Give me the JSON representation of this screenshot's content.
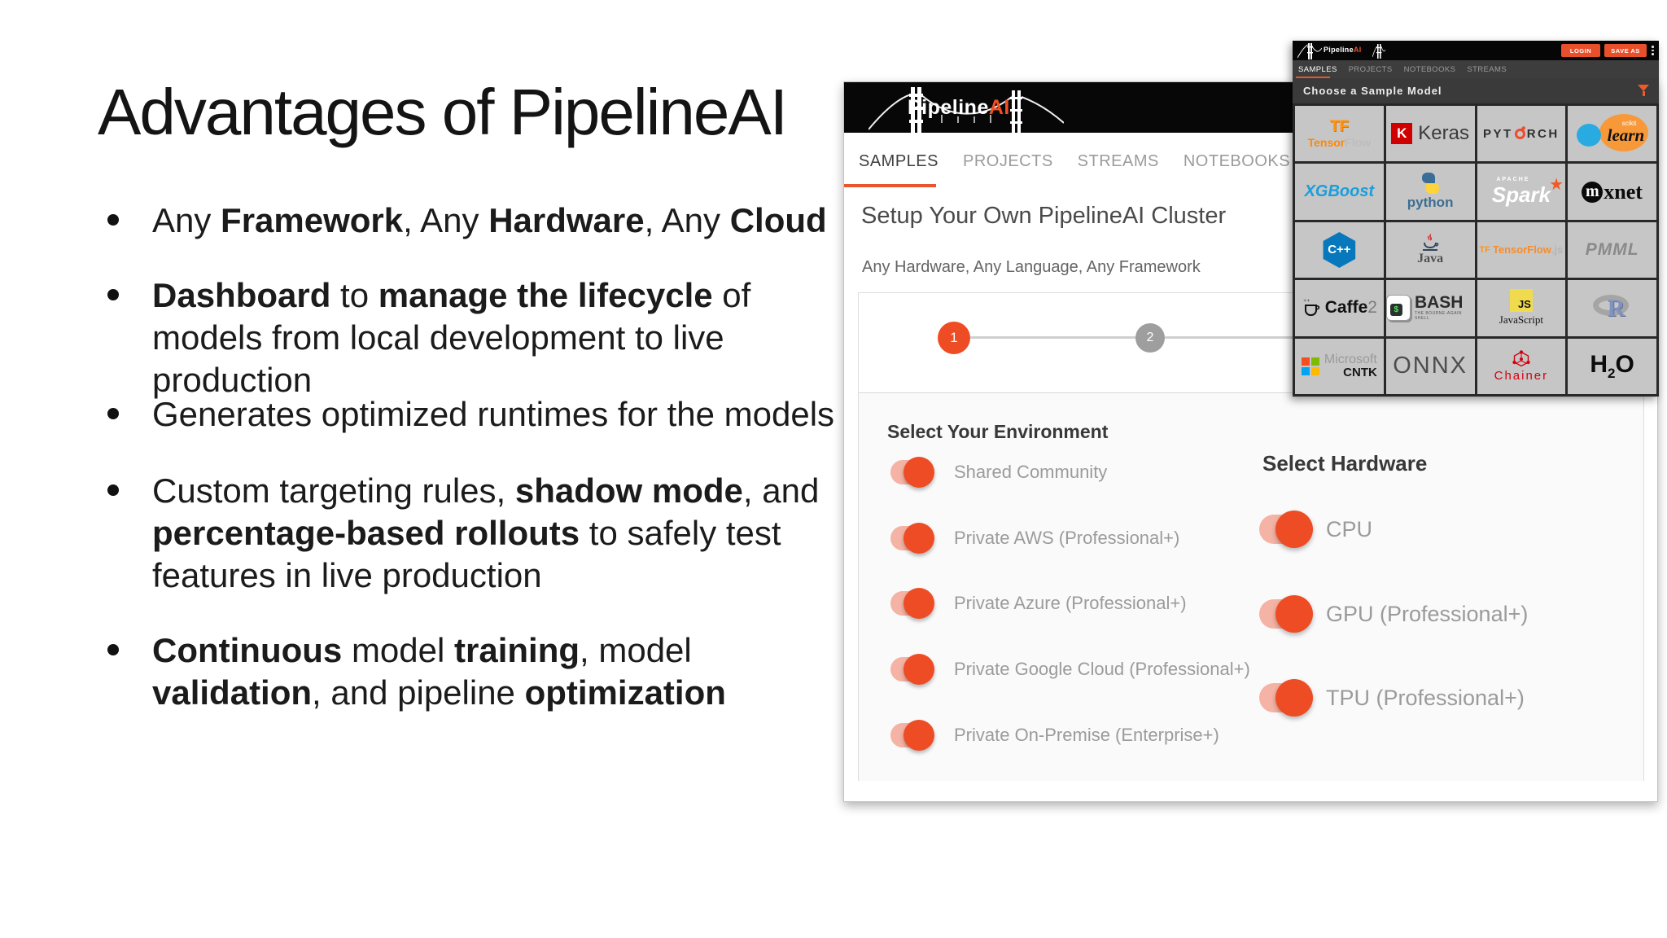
{
  "brand": {
    "white": "Pipeline",
    "orange": "AI"
  },
  "colors": {
    "accent": "#ee4c24",
    "toggle_track": "#f4b3a4",
    "tab_active": "#3f3f3f",
    "tab_inactive": "#9b9b9b",
    "label_gray": "#9b9b9b"
  },
  "slide": {
    "title": "Advantages of PipelineAI",
    "bullets": [
      {
        "s": [
          "Any ",
          "Framework",
          ", Any ",
          "Hardware",
          ", Any ",
          "Cloud"
        ]
      },
      {
        "s": [
          "Dashboard",
          " to ",
          "manage the lifecycle",
          " of models from local development to live production"
        ]
      },
      {
        "s": [
          "Generates optimized runtimes for the models"
        ]
      },
      {
        "s": [
          "Custom targeting rules, ",
          "shadow mode",
          ", and ",
          "percentage-based rollouts",
          " to safely test features in live production"
        ]
      },
      {
        "s": [
          "Continuous",
          " model ",
          "training",
          ", model ",
          "validation",
          ", and pipeline ",
          "optimization"
        ]
      }
    ]
  },
  "app": {
    "tabs": [
      "SAMPLES",
      "PROJECTS",
      "STREAMS",
      "NOTEBOOKS"
    ],
    "active_tab": "SAMPLES",
    "title": "Setup Your Own PipelineAI Cluster",
    "subtitle": "Any Hardware, Any Language, Any Framework",
    "steps": [
      "1",
      "2"
    ],
    "environment": {
      "heading": "Select Your Environment",
      "options": [
        "Shared Community",
        "Private AWS (Professional+)",
        "Private Azure (Professional+)",
        "Private Google Cloud (Professional+)",
        "Private On-Premise (Enterprise+)"
      ]
    },
    "hardware": {
      "heading": "Select Hardware",
      "options": [
        "CPU",
        "GPU (Professional+)",
        "TPU (Professional+)"
      ]
    }
  },
  "overlay": {
    "buttons": {
      "login": "LOGIN",
      "save_as": "SAVE AS"
    },
    "tabs": [
      "SAMPLES",
      "PROJECTS",
      "NOTEBOOKS",
      "STREAMS"
    ],
    "active_tab": "SAMPLES",
    "panel_title": "Choose a Sample Model",
    "models": [
      {
        "name": "TensorFlow",
        "icon": "TF",
        "t1": "Tensor",
        "t2": "Flow"
      },
      {
        "name": "Keras",
        "badge": "K",
        "label": "Keras"
      },
      {
        "name": "PyTorch",
        "t1": "PYT",
        "t2": "RCH"
      },
      {
        "name": "scikit-learn",
        "t1": "scikit",
        "t2": "learn"
      },
      {
        "name": "XGBoost",
        "label": "XGBoost"
      },
      {
        "name": "Python",
        "label": "python"
      },
      {
        "name": "Apache Spark",
        "t1": "APACHE",
        "t2": "Spark",
        "star": "★"
      },
      {
        "name": "MXNet",
        "t1": "m",
        "t2": "xnet"
      },
      {
        "name": "C++",
        "label": "C++"
      },
      {
        "name": "Java",
        "label": "Java"
      },
      {
        "name": "TensorFlow.js",
        "icon": "TF",
        "t1": "TensorFlow",
        "t2": ".js"
      },
      {
        "name": "PMML",
        "label": "PMML"
      },
      {
        "name": "Caffe2",
        "t1": "Caffe",
        "t2": "2"
      },
      {
        "name": "Bash",
        "badge": "$",
        "label": "BASH",
        "sub": "THE BOURNE-AGAIN SHELL"
      },
      {
        "name": "JavaScript",
        "badge": "JS",
        "label": "JavaScript"
      },
      {
        "name": "R",
        "label": "R"
      },
      {
        "name": "Microsoft CNTK",
        "t1": "Microsoft",
        "t2": "CNTK"
      },
      {
        "name": "ONNX",
        "label": "ONNX"
      },
      {
        "name": "Chainer",
        "label": "Chainer"
      },
      {
        "name": "H2O",
        "t1": "H",
        "t2": "2",
        "t3": "O"
      }
    ]
  }
}
